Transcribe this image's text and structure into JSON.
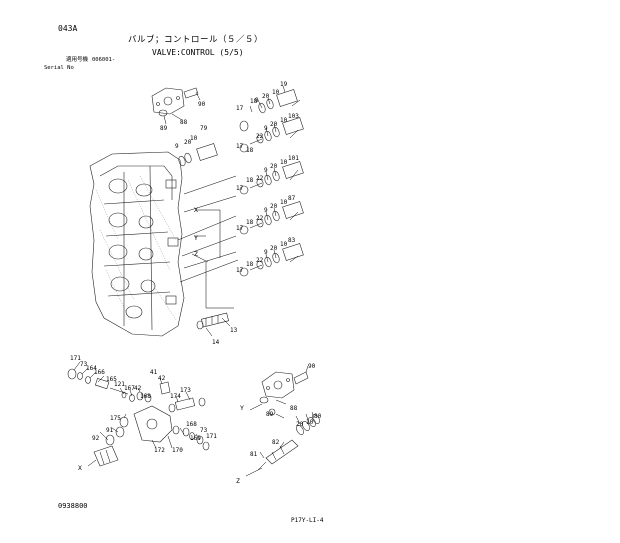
{
  "header": {
    "page_code": "043A",
    "title_jp": "バルブ；コントロール（５／５）",
    "title_en": "VALVE:CONTROL (5/5)",
    "serial_jp": "適用号機",
    "serial_value": "006001-",
    "serial_en": "Serial No"
  },
  "callouts": {
    "upper_right": [
      "90",
      "89",
      "88",
      "18",
      "19",
      "20",
      "9",
      "17",
      "10",
      "79",
      "103",
      "22",
      "101",
      "87",
      "83"
    ],
    "section_letters": [
      "X",
      "Y",
      "Z"
    ],
    "lower_main": [
      "13",
      "14"
    ],
    "lower_left": [
      "171",
      "73",
      "164",
      "166",
      "165",
      "121",
      "167",
      "42",
      "168",
      "41",
      "174",
      "173",
      "175",
      "91",
      "92",
      "172",
      "170",
      "169",
      "168",
      "73",
      "171"
    ],
    "lower_right": [
      "90",
      "89",
      "88",
      "80",
      "10",
      "82",
      "81",
      "20"
    ]
  },
  "footer": {
    "code": "0938800",
    "page": "P17Y-LI-4"
  }
}
